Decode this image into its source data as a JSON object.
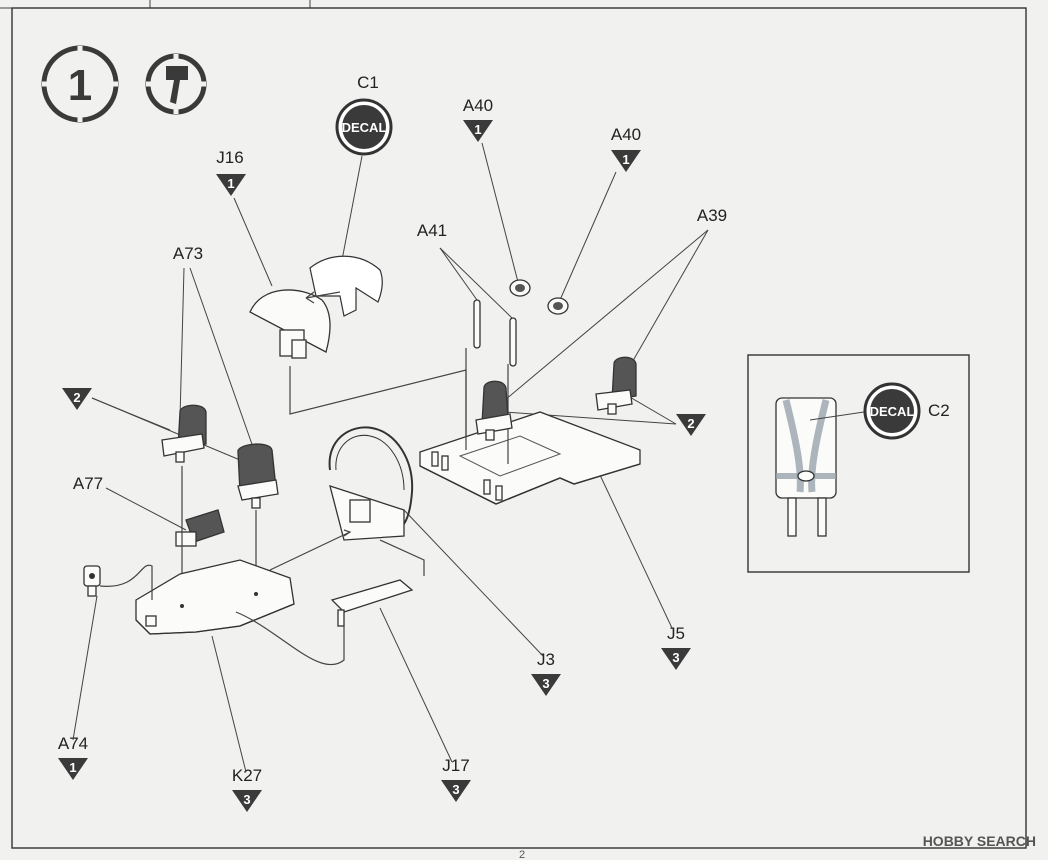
{
  "step": {
    "number": "1"
  },
  "decals": [
    {
      "id": "decal-c1",
      "badge": "DECAL",
      "code": "C1"
    },
    {
      "id": "decal-c2",
      "badge": "DECAL",
      "code": "C2"
    }
  ],
  "parts": [
    {
      "id": "j16",
      "code": "J16",
      "sprue": "1"
    },
    {
      "id": "a40-left",
      "code": "A40",
      "sprue": "1"
    },
    {
      "id": "a40-right",
      "code": "A40",
      "sprue": "1"
    },
    {
      "id": "a41",
      "code": "A41"
    },
    {
      "id": "a39",
      "code": "A39"
    },
    {
      "id": "a73",
      "code": "A73"
    },
    {
      "id": "a77",
      "code": "A77"
    },
    {
      "id": "a74",
      "code": "A74",
      "sprue": "1"
    },
    {
      "id": "k27",
      "code": "K27",
      "sprue": "3"
    },
    {
      "id": "j17",
      "code": "J17",
      "sprue": "3"
    },
    {
      "id": "j3",
      "code": "J3",
      "sprue": "3"
    },
    {
      "id": "j5",
      "code": "J5",
      "sprue": "3"
    }
  ],
  "seat_markers": [
    {
      "id": "seat-marker-left",
      "sprue": "2"
    },
    {
      "id": "seat-marker-right",
      "sprue": "2"
    }
  ],
  "footer": {
    "page_number": "2",
    "watermark": "HOBBY SEARCH"
  }
}
